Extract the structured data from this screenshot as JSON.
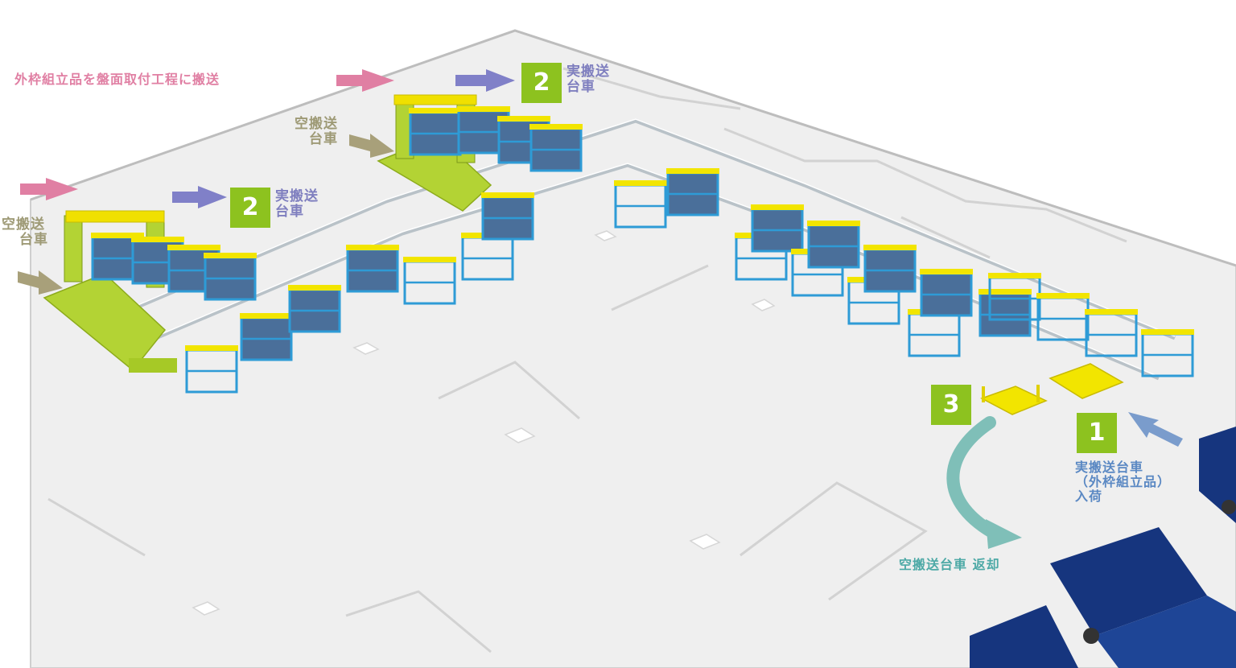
{
  "labels": {
    "top_left_transfer": "外枠組立品を盤面取付工程に搬送",
    "loaded_cart": "実搬送",
    "cart_suffix": "台車",
    "empty_cart": "空搬送",
    "incoming_line1": "実搬送台車",
    "incoming_line2": "（外枠組立品）",
    "incoming_line3": "入荷",
    "return_label": "空搬送台車 返却"
  },
  "badges": {
    "step1": "1",
    "step2": "2",
    "step3": "3"
  },
  "colors": {
    "floor": "#efefef",
    "floor_edge": "#c8c8c8",
    "cart_frame": "#2e9bd6",
    "cart_top": "#f2e500",
    "lifter": "#b3d334",
    "badge_green": "#8dc21f",
    "arrow_pink": "#e07fa3",
    "arrow_purple": "#8080c8",
    "arrow_khaki": "#a8a07a",
    "arrow_teal": "#7fbfb8",
    "arrow_blue": "#7a9ccc",
    "truck_navy": "#16357e"
  },
  "icons": {
    "cart": "transport-cart-icon",
    "lifter": "lifter-gantry-icon",
    "truck": "delivery-truck-icon",
    "arrow": "flow-arrow-icon"
  }
}
